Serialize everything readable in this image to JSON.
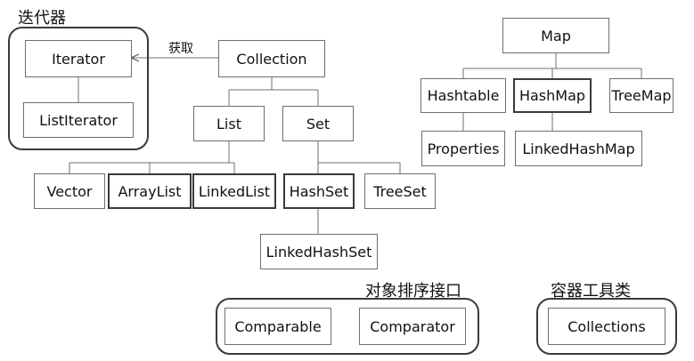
{
  "groups": {
    "iterator_group": "迭代器",
    "sort_group": "对象排序接口",
    "util_group": "容器工具类"
  },
  "edge_labels": {
    "obtain": "获取"
  },
  "nodes": {
    "iterator": "Iterator",
    "list_iterator": "ListIterator",
    "collection": "Collection",
    "list": "List",
    "set": "Set",
    "vector": "Vector",
    "array_list": "ArrayList",
    "linked_list": "LinkedList",
    "hash_set": "HashSet",
    "tree_set": "TreeSet",
    "linked_hash_set": "LinkedHashSet",
    "map": "Map",
    "hashtable": "Hashtable",
    "hash_map": "HashMap",
    "tree_map": "TreeMap",
    "properties": "Properties",
    "linked_hash_map": "LinkedHashMap",
    "comparable": "Comparable",
    "comparator": "Comparator",
    "collections": "Collections"
  }
}
